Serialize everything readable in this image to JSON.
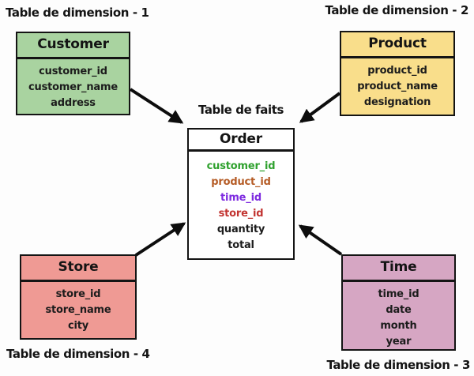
{
  "diagram": {
    "fact_label": "Table de faits",
    "fact_table": {
      "name": "Order",
      "fill": "#ffffff",
      "fields": [
        {
          "name": "customer_id",
          "color": "#2fa12e"
        },
        {
          "name": "product_id",
          "color": "#b55c26"
        },
        {
          "name": "time_id",
          "color": "#7e2be0"
        },
        {
          "name": "store_id",
          "color": "#c23431"
        },
        {
          "name": "quantity",
          "color": "#1c1c1c"
        },
        {
          "name": "total",
          "color": "#1c1c1c"
        }
      ]
    },
    "dimension_tables": [
      {
        "label": "Table de dimension - 1",
        "name": "Customer",
        "fill": "#a9d3a0",
        "position": "top-left",
        "fields": [
          "customer_id",
          "customer_name",
          "address"
        ]
      },
      {
        "label": "Table de dimension - 2",
        "name": "Product",
        "fill": "#f9de8b",
        "position": "top-right",
        "fields": [
          "product_id",
          "product_name",
          "designation"
        ]
      },
      {
        "label": "Table de dimension - 3",
        "name": "Time",
        "fill": "#d6a6c3",
        "position": "bottom-right",
        "fields": [
          "time_id",
          "date",
          "month",
          "year"
        ]
      },
      {
        "label": "Table de dimension - 4",
        "name": "Store",
        "fill": "#ef9a94",
        "position": "bottom-left",
        "fields": [
          "store_id",
          "store_name",
          "city"
        ]
      }
    ]
  }
}
